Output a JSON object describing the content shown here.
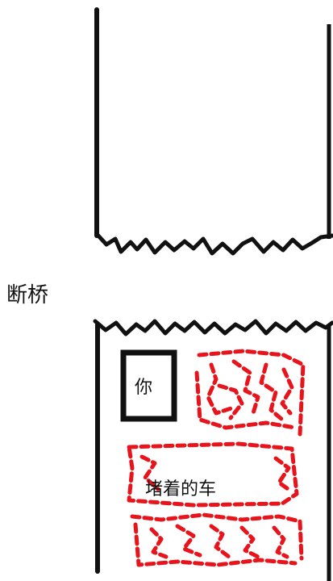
{
  "labels": {
    "broken_bridge": "断桥",
    "you": "你",
    "blocking_cars": "堵着的车"
  },
  "colors": {
    "ink": "#111111",
    "cars": "#e8141c"
  }
}
